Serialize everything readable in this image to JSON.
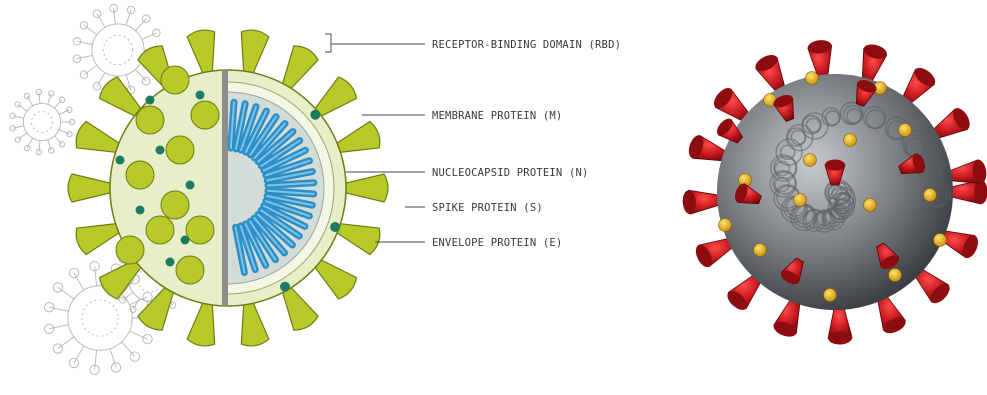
{
  "labels": {
    "rbd": "RECEPTOR-BINDING DOMAIN (RBD)",
    "membrane": "MEMBRANE PROTEIN (M)",
    "nucleocapsid": "NUCLEOCAPSID PROTEIN (N)",
    "spike": "SPIKE PROTEIN (S)",
    "envelope": "ENVELOPE PROTEIN (E)"
  },
  "colors": {
    "spike_green": "#b8c92a",
    "spike_outline": "#6f7d14",
    "membrane_fill": "#e6efc8",
    "nucleocapsid_blue": "#2e8fc7",
    "core_grey": "#d4dcd8",
    "protein_teal": "#1f7a64",
    "virus_body_grey": "#7d8186",
    "virus_spike_red": "#c0161c",
    "virus_dot_yellow": "#e8b21a"
  },
  "icons": {
    "background_particles": "virus-sketch-icon"
  }
}
